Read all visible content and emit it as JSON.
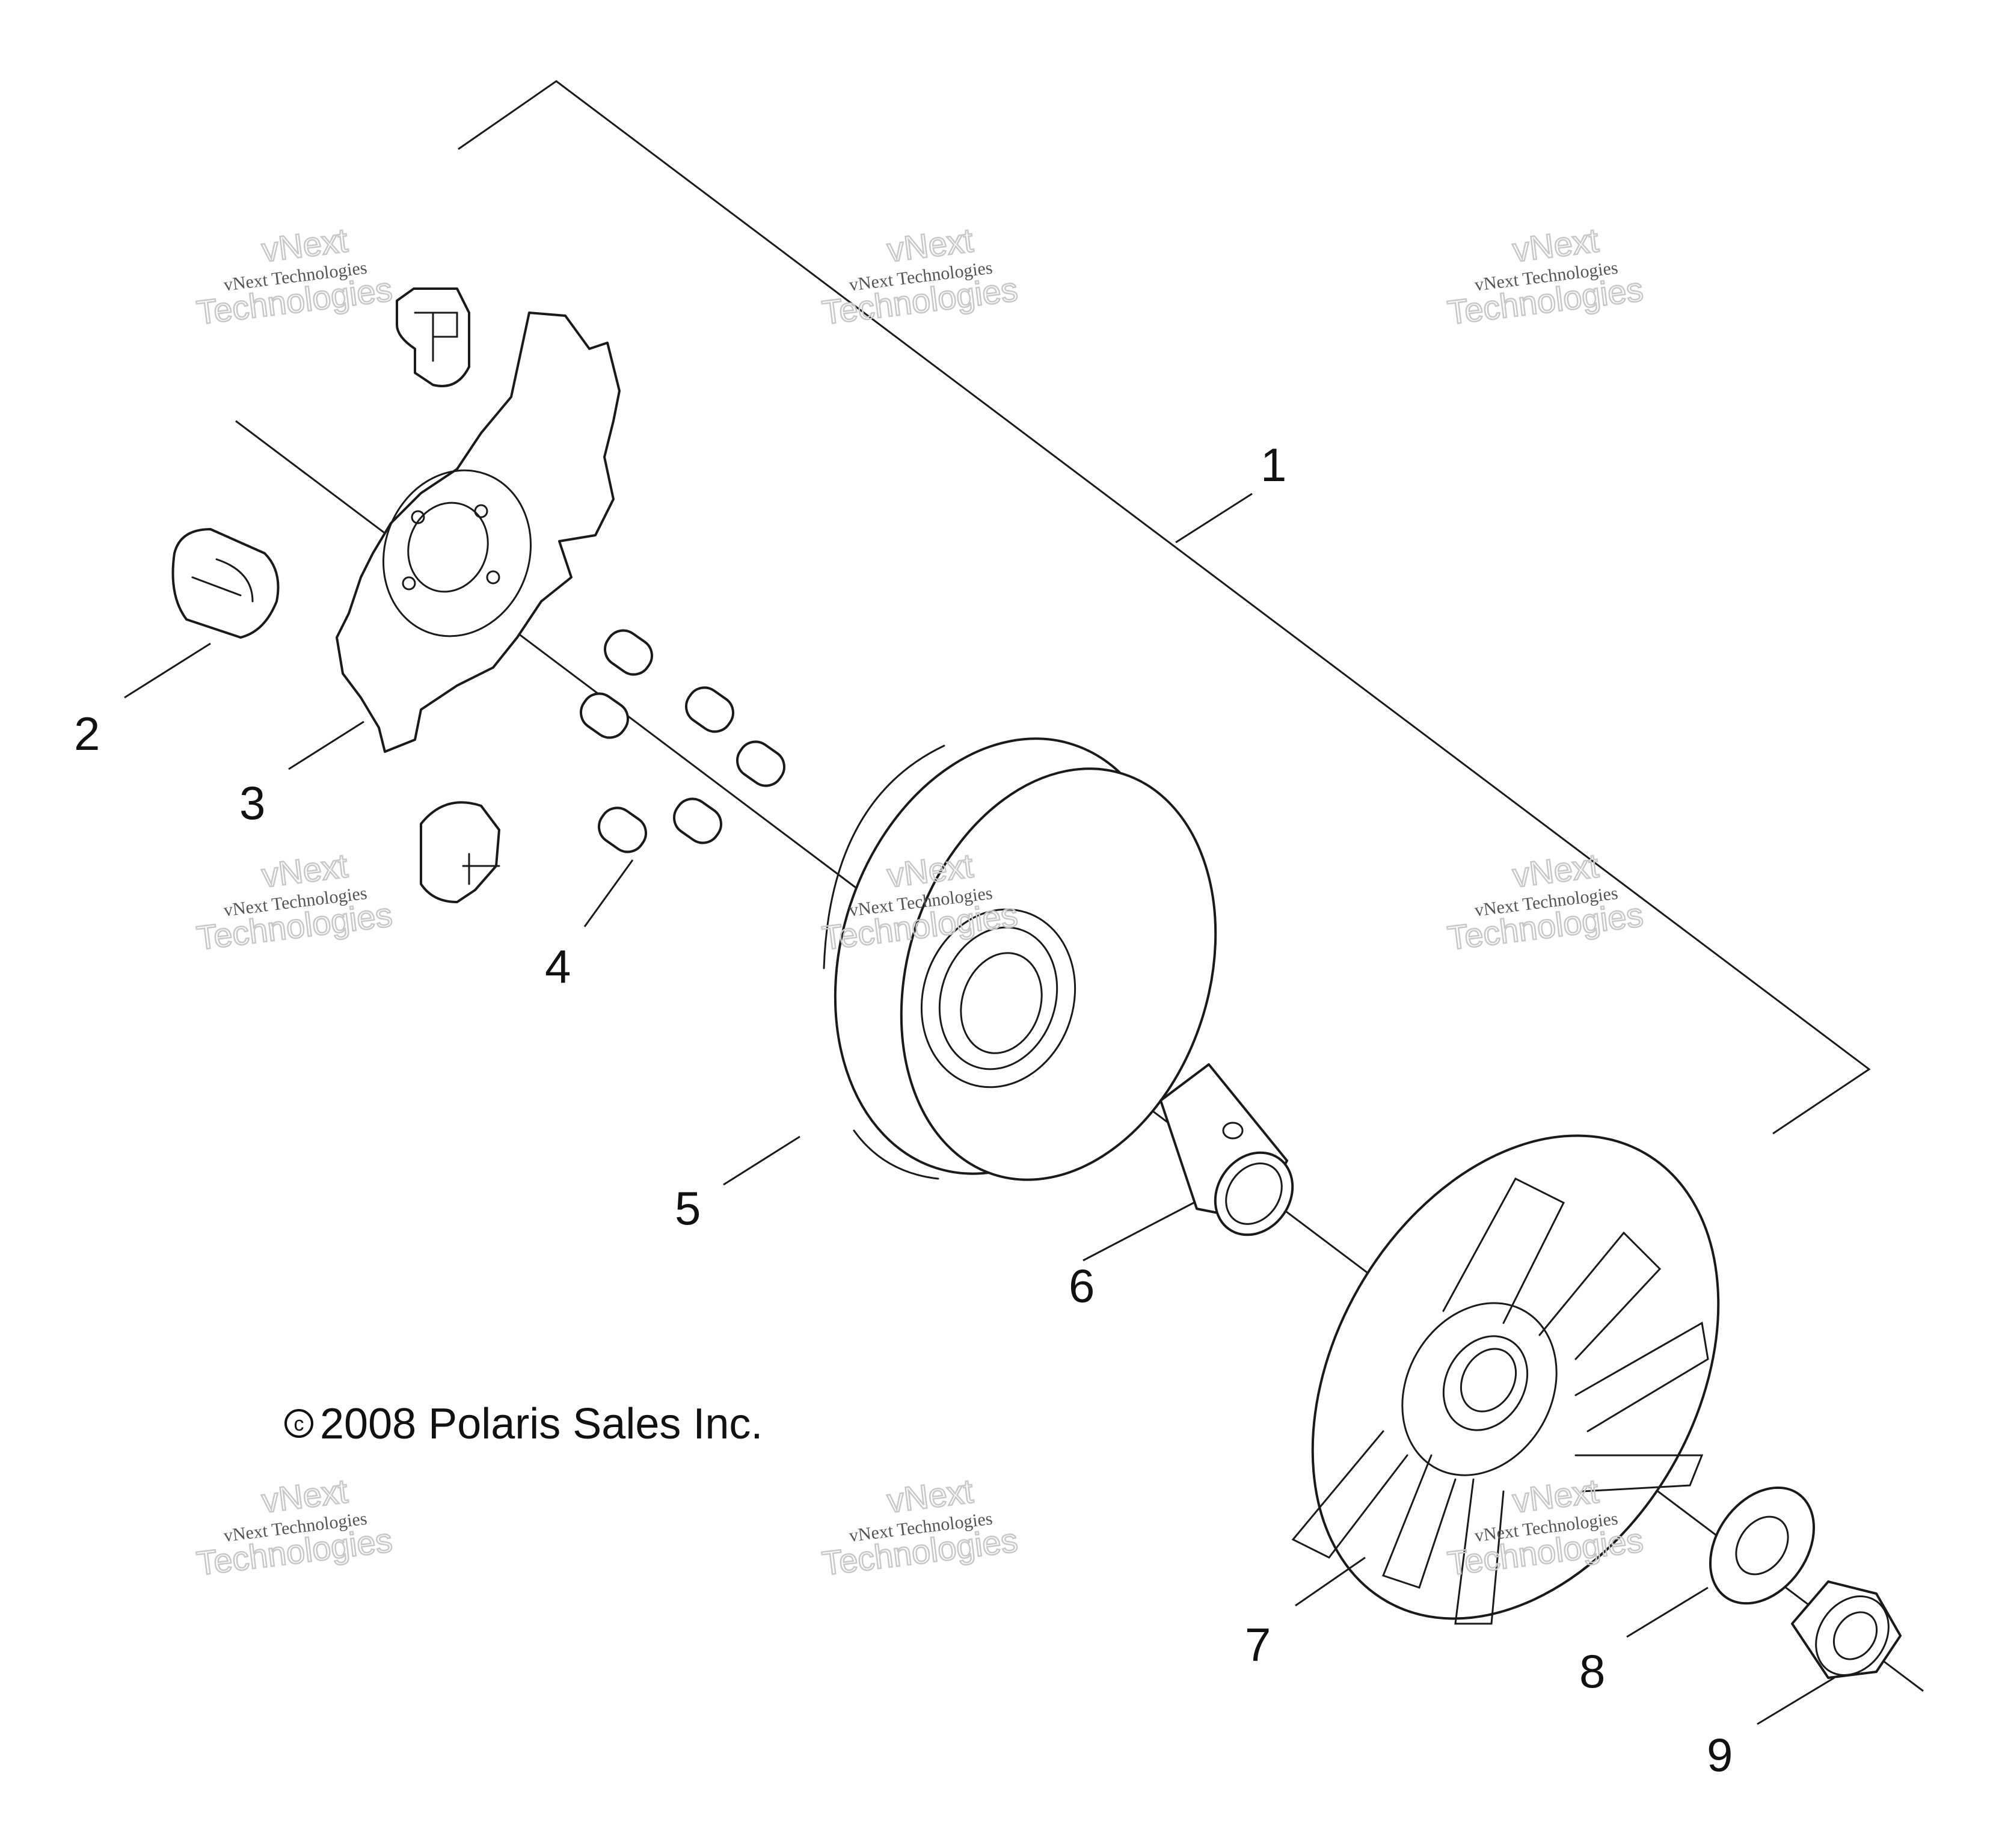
{
  "callouts": [
    "1",
    "2",
    "3",
    "4",
    "5",
    "6",
    "7",
    "8",
    "9"
  ],
  "copyright": {
    "symbol": "c",
    "text": "2008 Polaris Sales Inc."
  },
  "watermark": {
    "line1": "vNext Technologies",
    "line2": "vNext",
    "line3": "Technologies"
  }
}
